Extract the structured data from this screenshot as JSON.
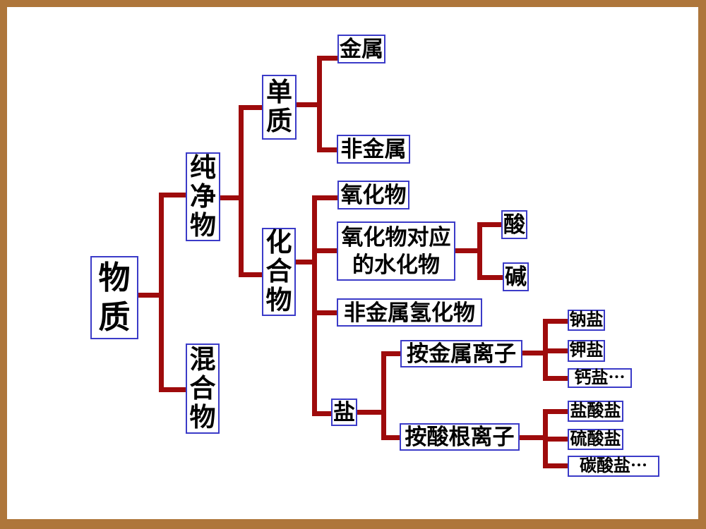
{
  "frame": {
    "border_color": "#AE763B",
    "canvas_color": "#FFFFFF"
  },
  "styles": {
    "connector_color": "#9E0B0C",
    "box_border_color": "#3B3BC8",
    "text_color": "#000000"
  },
  "tree": {
    "label": "物质",
    "children": [
      {
        "label": "纯净物",
        "children": [
          {
            "label": "单质",
            "children": [
              {
                "label": "金属"
              },
              {
                "label": "非金属"
              }
            ]
          },
          {
            "label": "化合物",
            "children": [
              {
                "label": "氧化物"
              },
              {
                "label": "氧化物对应的水化物",
                "children": [
                  {
                    "label": "酸"
                  },
                  {
                    "label": "碱"
                  }
                ]
              },
              {
                "label": "非金属氢化物"
              },
              {
                "label": "盐",
                "children": [
                  {
                    "label": "按金属离子",
                    "children": [
                      {
                        "label": "钠盐"
                      },
                      {
                        "label": "钾盐"
                      },
                      {
                        "label": "钙盐⋯"
                      }
                    ]
                  },
                  {
                    "label": "按酸根离子",
                    "children": [
                      {
                        "label": "盐酸盐"
                      },
                      {
                        "label": "硫酸盐"
                      },
                      {
                        "label": "碳酸盐⋯"
                      }
                    ]
                  }
                ]
              }
            ]
          }
        ]
      },
      {
        "label": "混合物"
      }
    ]
  }
}
